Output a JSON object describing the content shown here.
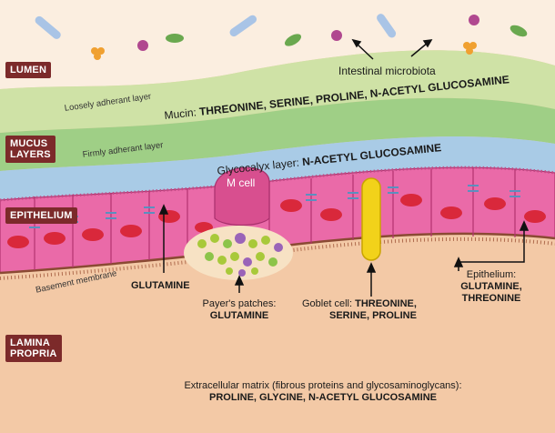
{
  "regions": {
    "lumen": "LUMEN",
    "mucus_1": "MUCUS",
    "mucus_2": "LAYERS",
    "epithelium": "EPITHELIUM",
    "lamina_1": "LAMINA",
    "lamina_2": "PROPRIA"
  },
  "labels": {
    "microbiota": "Intestinal microbiota",
    "loose_layer": "Loosely adherant layer",
    "firm_layer": "Firmly adherant layer",
    "mucin_prefix": "Mucin:",
    "mucin_value": "THREONINE, SERINE, PROLINE, N-ACETYL GLUCOSAMINE",
    "glycocalyx_prefix": "Glycocalyx layer:",
    "glycocalyx_value": "N-ACETYL GLUCOSAMINE",
    "m_cell": "M cell",
    "basement": "Basement membrane",
    "glutamine_left": "GLUTAMINE",
    "payers_prefix": "Payer's patches:",
    "payers_value": "GLUTAMINE",
    "goblet_prefix": "Goblet cell:",
    "goblet_value_1": "THREONINE,",
    "goblet_value_2": "SERINE, PROLINE",
    "epi_prefix": "Epithelium:",
    "epi_value_1": "GLUTAMINE,",
    "epi_value_2": "THREONINE",
    "ecm_prefix": "Extracellular matrix (fibrous proteins and glycosaminoglycans):",
    "ecm_value": "PROLINE, GLYCINE, N-ACETYL GLUCOSAMINE"
  },
  "colors": {
    "lumen": "#fbeee0",
    "loose_mucus": "#cfe2a6",
    "firm_mucus": "#9fcf86",
    "glycocalyx": "#a9cbe6",
    "cell": "#ea6aa8",
    "nucleus": "#d9283b",
    "goblet": "#f2d21a",
    "lamina": "#f3c9a6",
    "tag": "#7c2a2a"
  }
}
